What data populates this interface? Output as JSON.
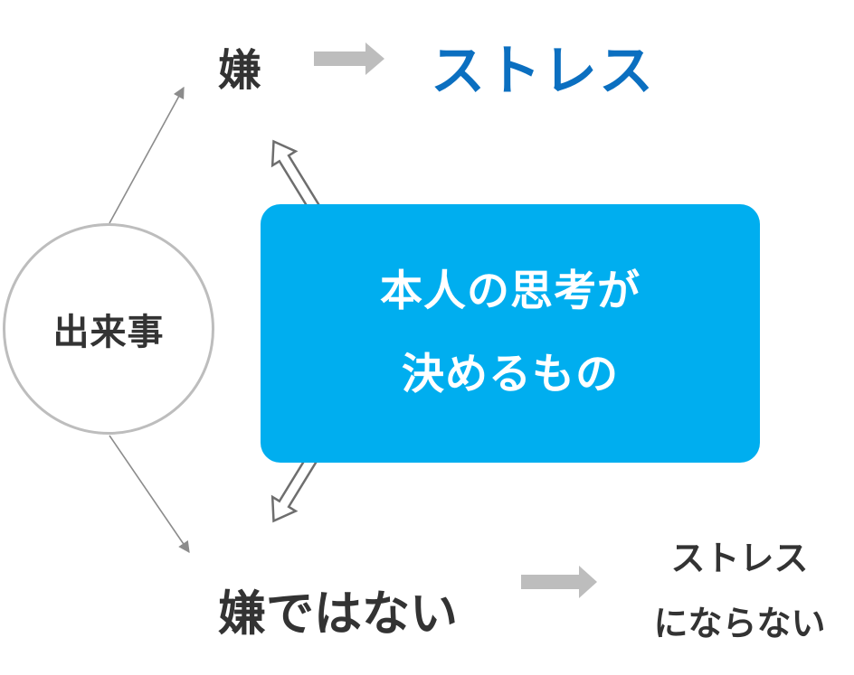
{
  "event": {
    "label": "出来事"
  },
  "top_branch": {
    "condition": "嫌",
    "result": "ストレス"
  },
  "bottom_branch": {
    "condition": "嫌ではない",
    "result_line1": "ストレス",
    "result_line2": "にならない"
  },
  "center": {
    "line1": "本人の思考が",
    "line2": "決めるもの"
  },
  "colors": {
    "center_box": "#00aeef",
    "stress_text": "#0b6fc0",
    "dark_text": "#333333",
    "arrow_gray": "#bdbdbd",
    "line_gray": "#8c8c8c"
  }
}
